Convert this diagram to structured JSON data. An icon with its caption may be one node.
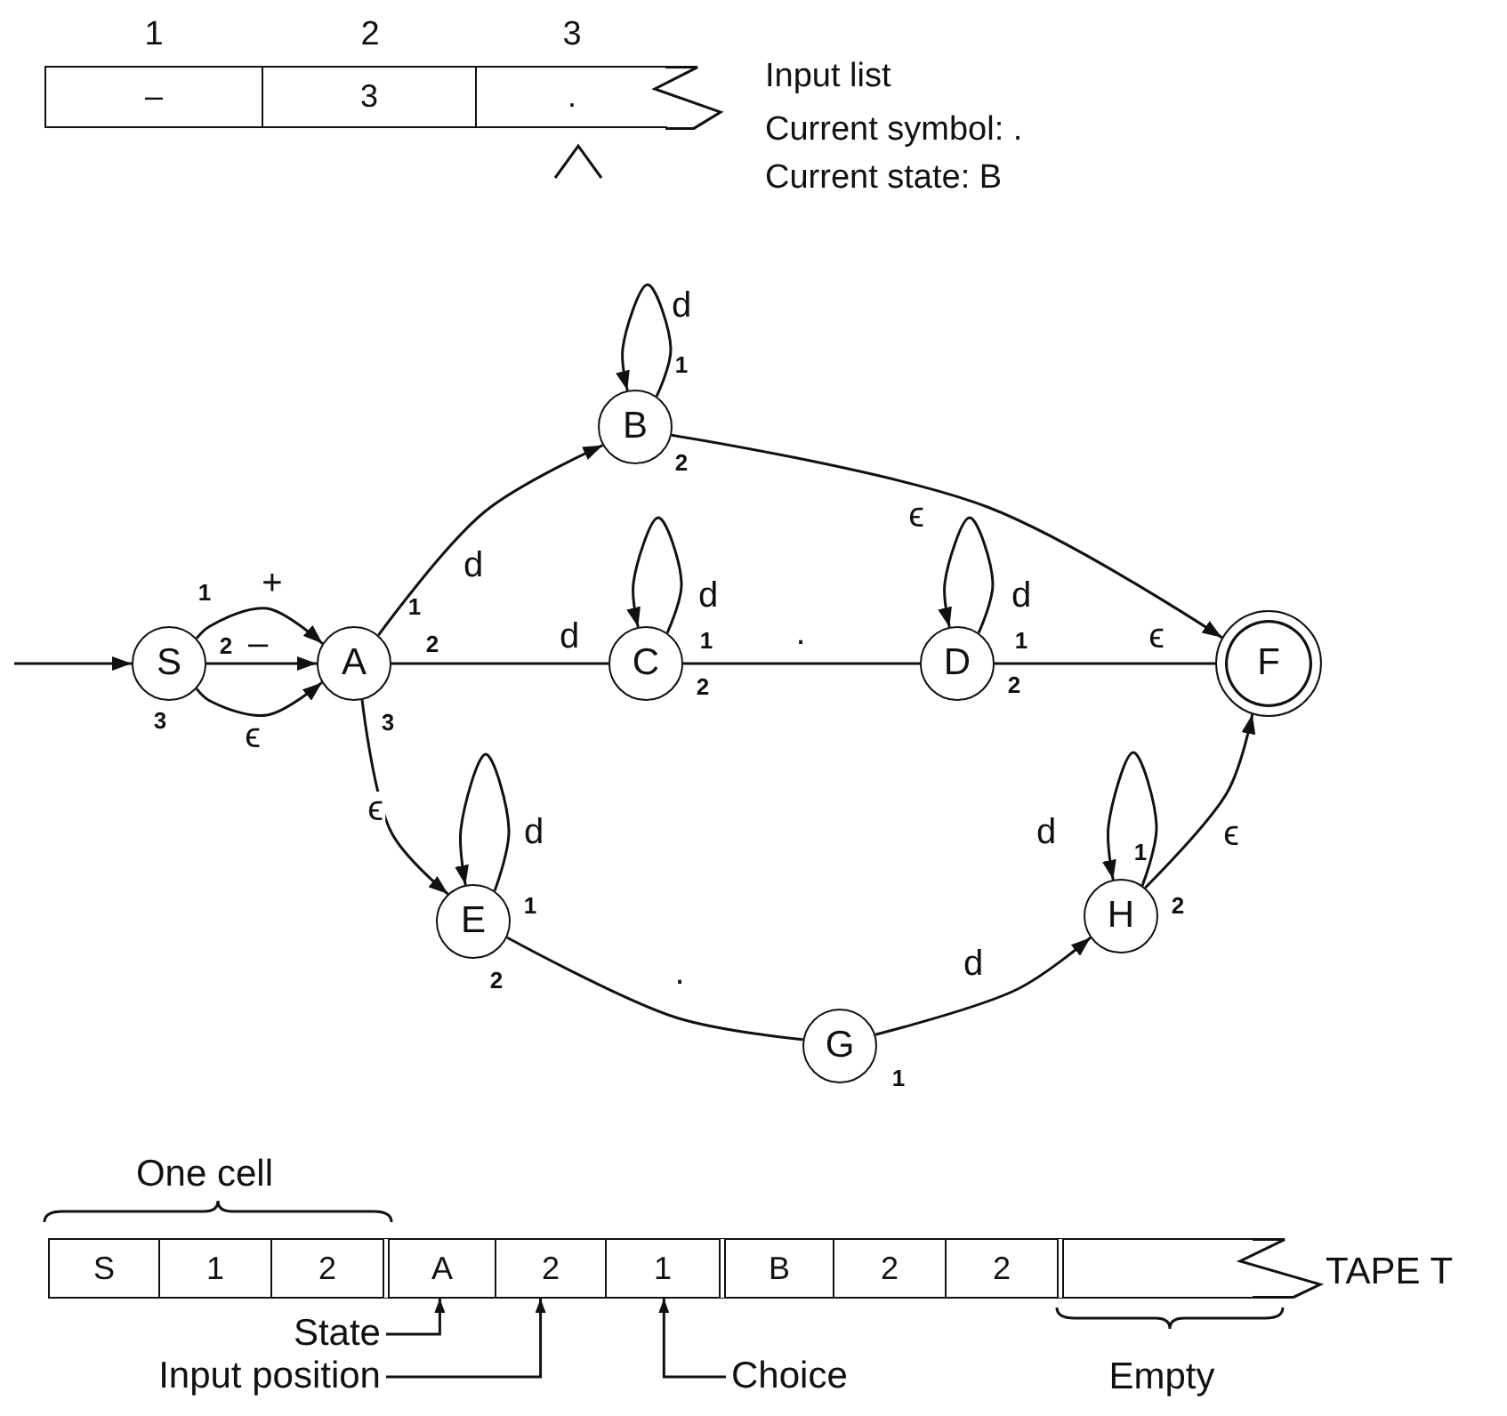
{
  "diagram": {
    "nodes": [
      {
        "text": [
          "–"
        ],
        "beside": [
          "1"
        ]
      },
      {
        "text": [
          "3"
        ],
        "beside": [
          "2"
        ]
      },
      {
        "text": [
          "."
        ],
        "beside": [
          "3"
        ]
      },
      {
        "text": [
          "S"
        ]
      },
      {
        "text": [
          "A"
        ]
      },
      {
        "text": [
          "B"
        ]
      },
      {
        "text": [
          "C"
        ]
      },
      {
        "text": [
          "D"
        ]
      },
      {
        "text": [
          "E"
        ]
      },
      {
        "text": [
          "F"
        ]
      },
      {
        "text": [
          "G"
        ]
      },
      {
        "text": [
          "H"
        ]
      },
      {
        "text": [
          "S"
        ]
      },
      {
        "text": [
          "1"
        ]
      },
      {
        "text": [
          "2"
        ]
      },
      {
        "text": [
          "A"
        ]
      },
      {
        "text": [
          "2"
        ]
      },
      {
        "text": [
          "1"
        ]
      },
      {
        "text": [
          "B"
        ]
      },
      {
        "text": [
          "2"
        ]
      },
      {
        "text": [
          "2"
        ]
      },
      {
        "text": [],
        "shape": "box"
      },
      {
        "text": [
          "State"
        ]
      },
      {
        "text": [
          "Input position"
        ]
      },
      {
        "text": [
          "Choice"
        ]
      }
    ],
    "edges": [
      {
        "from": null,
        "to": 3,
        "arrow": "to"
      },
      {
        "from": 3,
        "to": 4,
        "arrow": "to",
        "label": "+"
      },
      {
        "from": 3,
        "to": 4,
        "arrow": "to",
        "label": "–"
      },
      {
        "from": 3,
        "to": 4,
        "arrow": "to",
        "label": "ϵ"
      },
      {
        "from": 4,
        "to": 5,
        "arrow": "to",
        "label": "d"
      },
      {
        "from": 4,
        "to": 6,
        "arrow": "none",
        "label": "d"
      },
      {
        "from": 4,
        "to": 8,
        "arrow": "to",
        "label": "ϵ"
      },
      {
        "from": 5,
        "to": 5,
        "arrow": "to",
        "label": "d"
      },
      {
        "from": 5,
        "to": 9,
        "arrow": "to",
        "label": "ϵ"
      },
      {
        "from": 6,
        "to": 6,
        "arrow": "to",
        "label": "d"
      },
      {
        "from": 6,
        "to": 7,
        "arrow": "none",
        "label": "."
      },
      {
        "from": 7,
        "to": 7,
        "arrow": "to",
        "label": "d"
      },
      {
        "from": 7,
        "to": 9,
        "arrow": "none",
        "label": "ϵ"
      },
      {
        "from": 8,
        "to": 8,
        "arrow": "to",
        "label": "d"
      },
      {
        "from": 8,
        "to": 10,
        "arrow": "none",
        "label": "."
      },
      {
        "from": 10,
        "to": 11,
        "arrow": "to",
        "label": "d"
      },
      {
        "from": 11,
        "to": 11,
        "arrow": "to",
        "label": "d"
      },
      {
        "from": 11,
        "to": 9,
        "arrow": "to",
        "label": "ϵ"
      },
      {
        "from": 22,
        "to": 15,
        "arrow": "to"
      },
      {
        "from": 23,
        "to": 16,
        "arrow": "to"
      },
      {
        "from": 24,
        "to": 17,
        "arrow": "to"
      }
    ],
    "labels": [
      "Input list",
      "Current symbol: .",
      "Current state: B",
      "1",
      "2",
      "1",
      "1",
      "2",
      "2",
      "1",
      "1",
      "2",
      "2",
      "3",
      "3",
      "1",
      "1",
      "2",
      "2",
      "1",
      "One cell",
      "TAPE T",
      "Empty"
    ]
  }
}
